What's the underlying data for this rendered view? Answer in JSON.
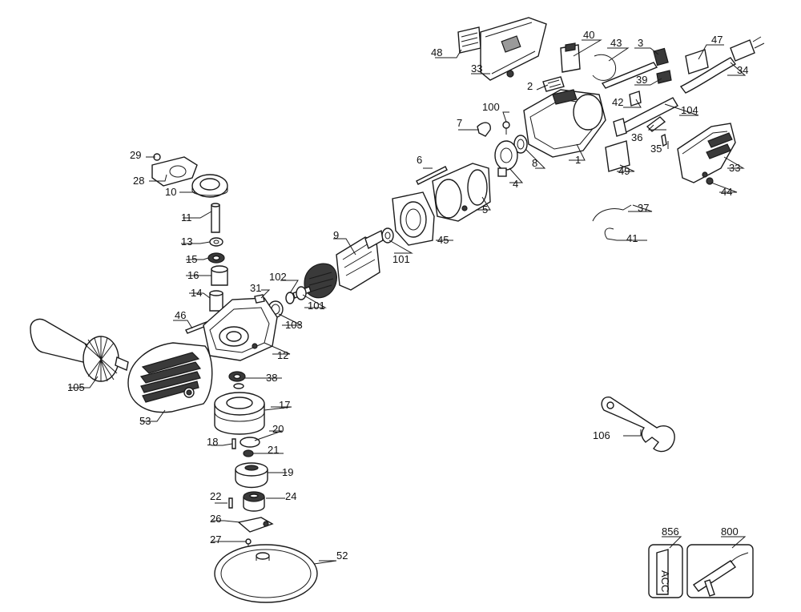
{
  "diagram": {
    "callouts": [
      {
        "id": "c1",
        "label": "1"
      },
      {
        "id": "c2",
        "label": "2"
      },
      {
        "id": "c3",
        "label": "3"
      },
      {
        "id": "c4",
        "label": "4"
      },
      {
        "id": "c5",
        "label": "5"
      },
      {
        "id": "c6",
        "label": "6"
      },
      {
        "id": "c7",
        "label": "7"
      },
      {
        "id": "c8",
        "label": "8"
      },
      {
        "id": "c9",
        "label": "9"
      },
      {
        "id": "c10",
        "label": "10"
      },
      {
        "id": "c11",
        "label": "11"
      },
      {
        "id": "c12",
        "label": "12"
      },
      {
        "id": "c13",
        "label": "13"
      },
      {
        "id": "c14",
        "label": "14"
      },
      {
        "id": "c15",
        "label": "15"
      },
      {
        "id": "c16",
        "label": "16"
      },
      {
        "id": "c17",
        "label": "17"
      },
      {
        "id": "c18",
        "label": "18"
      },
      {
        "id": "c19",
        "label": "19"
      },
      {
        "id": "c20",
        "label": "20"
      },
      {
        "id": "c21",
        "label": "21"
      },
      {
        "id": "c22",
        "label": "22"
      },
      {
        "id": "c24",
        "label": "24"
      },
      {
        "id": "c26",
        "label": "26"
      },
      {
        "id": "c27",
        "label": "27"
      },
      {
        "id": "c28",
        "label": "28"
      },
      {
        "id": "c29",
        "label": "29"
      },
      {
        "id": "c31",
        "label": "31"
      },
      {
        "id": "c33a",
        "label": "33"
      },
      {
        "id": "c33b",
        "label": "33"
      },
      {
        "id": "c34",
        "label": "34"
      },
      {
        "id": "c35",
        "label": "35"
      },
      {
        "id": "c36",
        "label": "36"
      },
      {
        "id": "c37",
        "label": "37"
      },
      {
        "id": "c38",
        "label": "38"
      },
      {
        "id": "c39",
        "label": "39"
      },
      {
        "id": "c40",
        "label": "40"
      },
      {
        "id": "c41",
        "label": "41"
      },
      {
        "id": "c42",
        "label": "42"
      },
      {
        "id": "c43",
        "label": "43"
      },
      {
        "id": "c44",
        "label": "44"
      },
      {
        "id": "c45",
        "label": "45"
      },
      {
        "id": "c46",
        "label": "46"
      },
      {
        "id": "c47",
        "label": "47"
      },
      {
        "id": "c48",
        "label": "48"
      },
      {
        "id": "c49",
        "label": "49"
      },
      {
        "id": "c52",
        "label": "52"
      },
      {
        "id": "c53",
        "label": "53"
      },
      {
        "id": "c100",
        "label": "100"
      },
      {
        "id": "c101a",
        "label": "101"
      },
      {
        "id": "c101b",
        "label": "101"
      },
      {
        "id": "c102",
        "label": "102"
      },
      {
        "id": "c103",
        "label": "103"
      },
      {
        "id": "c104",
        "label": "104"
      },
      {
        "id": "c105",
        "label": "105"
      },
      {
        "id": "c106",
        "label": "106"
      },
      {
        "id": "c800",
        "label": "800"
      },
      {
        "id": "c856",
        "label": "856"
      }
    ],
    "accessory_text": "ACC"
  }
}
